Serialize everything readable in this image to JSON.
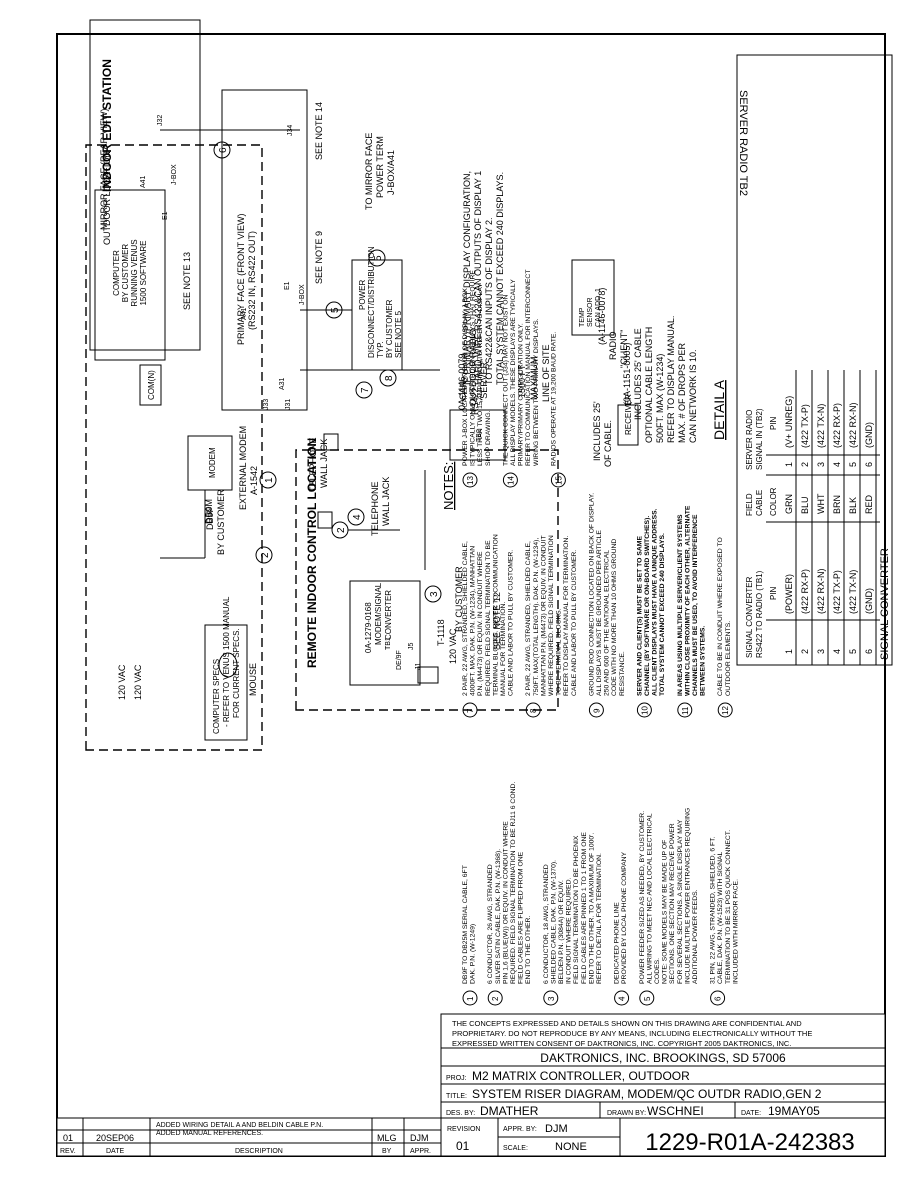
{
  "notes": {
    "heading": "NOTES:",
    "items": [
      {
        "num": "1",
        "lines": [
          "DB9F TO DB25M SERIAL CABLE, 6FT",
          "DAK. P.N. (W-1249)"
        ]
      },
      {
        "num": "2",
        "lines": [
          "6 CONDUCTOR, 26 AWG, STRANDED",
          "SILVER SATIN CABLE, DAK. P.N. (W-1368).",
          "PIN 1,6 (BLUE(W)) OR EQUIV. IN CONDUIT WHERE",
          "REQUIRED. FIELD SIGNAL TERMINATION TO BE RJ11 6 COND.",
          "FIELD CABLES ARE FLIPPED FROM ONE",
          "END TO THE OTHER."
        ]
      },
      {
        "num": "3",
        "lines": [
          "6 CONDUCTOR, 18 AWG, STRANDED",
          "SHIELDED CABLE, DAK. P.N. (W-1370).",
          "BELDEN P.N. (3084A) OR EQUIV.",
          "IN CONDUIT WHERE REQUIRED.",
          "FIELD SIGNAL TERMINATION TO BE PHOENIX",
          "FIELD CABLES ARE PINNED 1 TO 1 FROM ONE",
          "END TO THE OTHER. TO A MAXIMUM OF 1000'.",
          "REFER TO DETAIL A FOR TERMINATION."
        ]
      },
      {
        "num": "4",
        "lines": [
          "DEDICATED PHONE LINE",
          "PROVIDED BY LOCAL PHONE COMPANY"
        ]
      },
      {
        "num": "5",
        "lines": [
          "POWER FEEDER SIZED AS NEEDED, BY CUSTOMER.",
          "ALL WIRING TO MEET NEC AND LOCAL ELECTRICAL",
          "CODES.",
          "NOTE: SOME MODELS MAY BE MADE UP OF",
          "SECTIONS. ONE SECTION MAY RECEIVE POWER",
          "FOR SEVERAL SECTIONS. A SINGLE DISPLAY MAY",
          "INCLUDE MULTIPLE POWER ENTRANCES REQUIRING",
          "ADDITIONAL POWER FEEDS."
        ]
      },
      {
        "num": "6",
        "lines": [
          "31 PIN, 22 AWG, STRANDED, SHIELDED, 6 FT.",
          "CABLE, DAK. P.N. (W-1523) WITH SIGNAL",
          "TERMINATION TO BE 31 POS QUICK CONNECT.",
          "INCLUDED WITH MIRROR FACE."
        ]
      },
      {
        "num": "7",
        "lines": [
          "2 PAIR, 22 AWG, STRANDED, SHIELDED CABLE,",
          "4000FT. MAX. DAK. P.N. (W-1234), MANHATTAN",
          "P.N. (M4473) OR EQUIV. IN CONDUIT WHERE",
          "REQUIRED. FIELD SIGNAL TERMINATION TO BE",
          "TERMINAL BLOCKS. REFER TO COMMUNICATION",
          "MANUAL FOR TERMINATION.",
          "CABLE AND LABOR TO PULL BY CUSTOMER."
        ]
      },
      {
        "num": "8",
        "lines": [
          "2 PAIR, 22 AWG, STRANDED, SHIELDED CABLE,",
          "750FT. MAX(TOTAL LENGTH). DAK. P.N. (W-1234),",
          "MANHATTAN P.N. (M4473) OR EQUIV. IN CONDUIT",
          "WHERE REQUIRED. FIELD SIGNAL TERMINATION",
          "TO BE TERMINAL BLOCKS.",
          "REFER TO DISPLAY MANUAL FOR TERMINATION.",
          "CABLE AND LABOR TO PULL BY CUSTOMER."
        ]
      },
      {
        "num": "9",
        "lines": [
          "GROUND ROD CONNECTION LOCATED ON BACK OF DISPLAY.",
          "ALL DISPLAYS MUST BE GROUNDED PER ARTICLE",
          "250 AND 600 OF THE NATIONAL ELECTRICAL",
          "CODE WITH NO MORE THAN 10 OHMS GROUND",
          "RESISTANCE."
        ]
      },
      {
        "num": "10",
        "bold": true,
        "lines": [
          "SERVER AND CLIENT(S) MUST BE SET TO SAME",
          "CHANNEL (BY SOFTWARE OR ON-BOARD SWITCHES).",
          "ALL CLIENT DISPLAYS MUST HAVE A UNIQUE ADDRESS.",
          "TOTAL SYSTEM CANNOT EXCEED 240 DISPLAYS."
        ]
      },
      {
        "num": "11",
        "bold": true,
        "lines": [
          "IN AREAS USING MULTIPLE SERVER/CLIENT SYSTEMS",
          "WITHIN CLOSE PROXIMITY OF EACH OTHER, ALTERNATE",
          "CHANNELS MUST BE USED, TO AVOID INTERFERENCE",
          "BETWEEN SYSTEMS."
        ]
      },
      {
        "num": "12",
        "lines": [
          "CABLE TO BE IN CONDUIT WHERE EXPOSED TO",
          "OUTDOOR ELEMENTS."
        ]
      },
      {
        "num": "13",
        "lines": [
          "POWER J-BOX LOCATED ON BACK OF DISPLAY. J-BOX",
          "IS TYPICALLY ONLY LOCATED ON DISPLAYS THAT REQUIRE",
          "LESS THAN TWO 15 AMP CIRCUITS. REFER TO DISPLAY",
          "SHOP DRAWING."
        ]
      },
      {
        "num": "14",
        "lines": [
          "THE QUICK CONNECT OUT (J34) MAY NOT EXIST ON",
          "ALL DISPLAY MODELS. THESE DISPLAYS ARE TYPICALLY",
          "PRIMARY/PRIMARY CONFIGURATION ONLY.",
          "REFER TO COMMUNICATION MANUAL FOR INTERCONNECT",
          "WIRING BETWEEN TWO PRIMARY DISPLAYS."
        ]
      },
      {
        "num": "15",
        "lines": [
          "RADIOS OPERATE AT 19,200 BAUD RATE."
        ]
      }
    ]
  },
  "indoor": {
    "title": "INDOOR EDIT STATION",
    "computer": [
      "COMPUTER",
      "BY CUSTOMER",
      "RUNNING VENUS",
      "1500 SOFTWARE"
    ],
    "com": "COM(N)",
    "specs": [
      "COMPUTER SPECS",
      "- REFER TO VENUS 1500 MANUAL",
      "FOR CURRENT SPECS."
    ],
    "mouse": "MOUSE",
    "vac": "120 VAC",
    "db9f": "DB9F",
    "modem": "MODEM",
    "ext_modem": [
      "EXTERNAL MODEM",
      "A-1542"
    ],
    "db9m": [
      "DB9M",
      "BY CUSTOMER"
    ],
    "wall_jack": [
      "TELEPHONE",
      "WALL JACK"
    ]
  },
  "remote": {
    "title": "REMOTE INDOOR CONTROL LOCATION",
    "converter": [
      "0A-1279-0168",
      "MODEM/SIGNAL",
      "CONVERTER"
    ],
    "j5": "J5",
    "tb1": "TB1",
    "de9f": "DE/9F",
    "j1": "J1",
    "transformer": [
      "T-1118",
      "120 VAC"
    ],
    "by_customer": "BY CUSTOMER",
    "wall_jack": [
      "TELEPHONE",
      "WALL JACK"
    ]
  },
  "radio": {
    "server": [
      "0A-1146-0079",
      "OUTDOOR RADIO",
      "\"SERVER\""
    ],
    "tb2": "TB2",
    "see_note_12": "SEE NOTE 12",
    "range": [
      "1500 FT",
      "MAXIMUM",
      "LINE OF SITE"
    ],
    "client": [
      "(A-1146-0078)",
      "RADIO",
      "\"CLIENT\""
    ],
    "receiver": "RECEIVER",
    "includes": [
      "INCLUDES 25'",
      "OF CABLE."
    ]
  },
  "outdoor": {
    "location": "OUTDOOR LOCATION",
    "temp_sensor": [
      "TEMP",
      "SENSOR",
      "CAN ADD. 1"
    ],
    "temp_cable": [
      "(0A-1151-0005)",
      "INCLUDES 25' CABLE",
      "OPTIONAL CABLE LENGTH",
      "500FT. MAX (W-1234)",
      "REFER TO DISPLAY MANUAL.",
      "MAX. # OF DROPS PER",
      "CAN NETWORK IS 10."
    ],
    "mirror": "MIRROR FACE (REAR VIEW)",
    "primary": [
      "PRIMARY FACE (FRONT VIEW)",
      "(RS232 IN, RS422 OUT)"
    ],
    "a41": "A41",
    "jbox": "J-BOX",
    "e1": "E1",
    "j32": "J32",
    "j34": "J34",
    "j33": "J33",
    "j31": "J31",
    "a31": "A31",
    "see_note_13": "SEE NOTE 13",
    "see_note_9": "SEE NOTE 9",
    "see_note_14": "SEE NOTE 14",
    "power_box": [
      "POWER",
      "DISCONNECT/DISTRIBUTION",
      "TYP.",
      "BY CUSTOMER",
      "SEE NOTE 5"
    ],
    "to_mirror": [
      "TO MIRROR FACE",
      "POWER TERM",
      "J-BOX/A41"
    ],
    "can": "CAN",
    "rs422": "RS422",
    "config": [
      "IF PRIMARY/PRIMARY DISPLAY CONFIGURATION,",
      "HARD WIRE RS422&CAN OUTPUTS OF DISPLAY 1",
      "TO RS422&CAN INPUTS OF DISPLAY 2.",
      "TOTAL SYSTEM CANNOT EXCEED 240 DISPLAYS."
    ]
  },
  "detail": {
    "title": "DETAIL A",
    "bottom_label": "SIGNAL CONVERTER",
    "top_label": "SERVER RADIO TB2",
    "col_converter": [
      "SIGNAL CONVERTER",
      "RS422 TO RADIO (TB1)"
    ],
    "col_field": [
      "FIELD",
      "CABLE"
    ],
    "col_server": [
      "SERVER RADIO",
      "SIGNAL IN (TB2)"
    ],
    "sub_pin": "PIN",
    "sub_color": "COLOR",
    "sub_pin2": "PIN",
    "rows": [
      {
        "pin": "1",
        "sig": "(POWER)",
        "color": "GRN",
        "pin2": "1",
        "sig2": "(V+ UNREG)"
      },
      {
        "pin": "2",
        "sig": "(422 RX-P)",
        "color": "BLU",
        "pin2": "2",
        "sig2": "(422 TX-P)"
      },
      {
        "pin": "3",
        "sig": "(422 RX-N)",
        "color": "WHT",
        "pin2": "3",
        "sig2": "(422 TX-N)"
      },
      {
        "pin": "4",
        "sig": "(422 TX-P)",
        "color": "BRN",
        "pin2": "4",
        "sig2": "(422 RX-P)"
      },
      {
        "pin": "5",
        "sig": "(422 TX-N)",
        "color": "BLK",
        "pin2": "5",
        "sig2": "(422 RX-N)"
      },
      {
        "pin": "6",
        "sig": "(GND)",
        "color": "RED",
        "pin2": "6",
        "sig2": "(GND)"
      }
    ]
  },
  "title_block": {
    "confidential": [
      "THE CONCEPTS EXPRESSED AND DETAILS SHOWN ON THIS DRAWING ARE CONFIDENTIAL AND",
      "PROPRIETARY. DO NOT REPRODUCE BY ANY MEANS, INCLUDING ELECTRONICALLY WITHOUT THE",
      "EXPRESSED WRITTEN CONSENT OF DAKTRONICS, INC.           COPYRIGHT 2005 DAKTRONICS, INC."
    ],
    "company": "DAKTRONICS, INC.   BROOKINGS, SD 57006",
    "proj_label": "PROJ:",
    "proj": "M2 MATRIX CONTROLLER, OUTDOOR",
    "title_label": "TITLE:",
    "title": "SYSTEM RISER DIAGRAM, MODEM/QC OUTDR RADIO,GEN 2",
    "des_label": "DES. BY:",
    "des": "DMATHER",
    "drawn_label": "DRAWN BY:",
    "drawn": "WSCHNEI",
    "date_label": "DATE:",
    "date": "19MAY05",
    "rev_label": "REVISION",
    "rev": "01",
    "appr_label": "APPR. BY:",
    "appr": "DJM",
    "scale_label": "SCALE:",
    "scale": "NONE",
    "drawing_no": "1229-R01A-242383"
  },
  "revisions": {
    "headers": [
      "REV.",
      "DATE",
      "DESCRIPTION",
      "BY",
      "APPR."
    ],
    "rows": [
      {
        "rev": "01",
        "date": "20SEP06",
        "desc": [
          "ADDED WIRING DETAIL A AND BELDIN CABLE P.N.",
          "ADDED MANUAL REFERENCES."
        ],
        "by": "MLG",
        "appr": "DJM"
      }
    ]
  },
  "callouts": [
    "1",
    "2",
    "3",
    "4",
    "5",
    "6",
    "7",
    "8",
    "2",
    "5"
  ]
}
